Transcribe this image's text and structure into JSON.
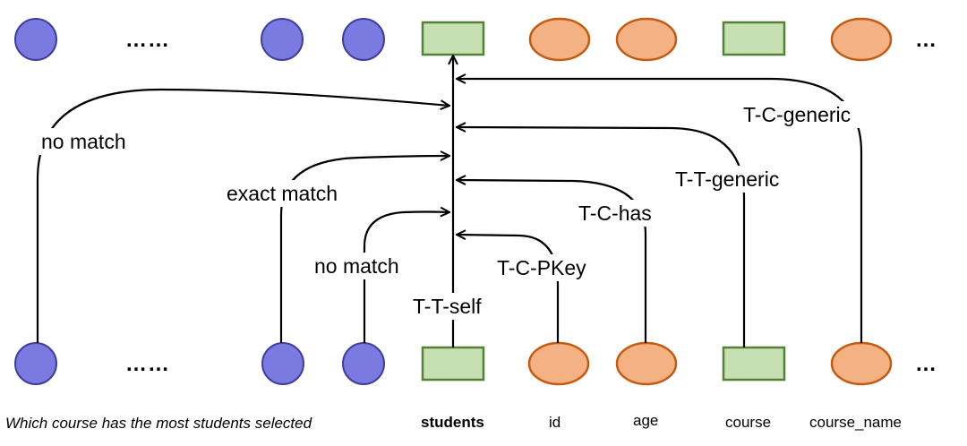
{
  "caption": {
    "question": "Which course has the most students selected",
    "schema_items": [
      "students",
      "id",
      "age",
      "course",
      "course_name"
    ]
  },
  "ellipsis": {
    "question_dots": "……",
    "trailing_dots": "…"
  },
  "edge_labels": {
    "no_match_left": "no match",
    "exact_match": "exact match",
    "no_match_near": "no match",
    "t_t_self": "T-T-self",
    "t_c_pkey": "T-C-PKey",
    "t_c_has": "T-C-has",
    "t_t_generic": "T-T-generic",
    "t_c_generic": "T-C-generic"
  },
  "colors": {
    "question_node_fill": "#7b7ae0",
    "question_node_stroke": "#3f3fa0",
    "table_node_fill": "#c6e0b4",
    "table_node_stroke": "#538135",
    "column_node_fill": "#f4b183",
    "column_node_stroke": "#c55a11",
    "edge": "#000000"
  }
}
